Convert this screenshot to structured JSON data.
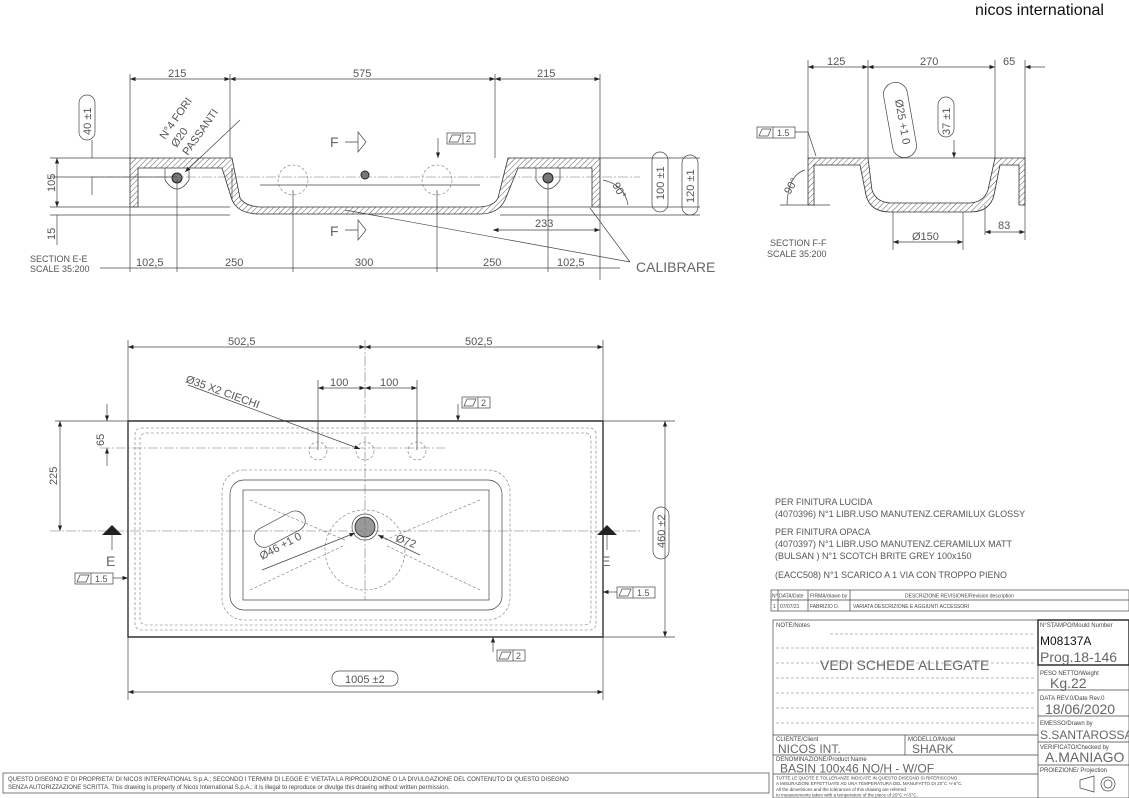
{
  "brand": "nicos international",
  "section_ee": {
    "title": "SECTION E-E",
    "scale": "SCALE 35:200",
    "top_dims": [
      "215",
      "575",
      "215"
    ],
    "bottom_dims": [
      "102,5",
      "250",
      "300",
      "250",
      "102,5"
    ],
    "left_dims": [
      "40 ±1",
      "105",
      "15"
    ],
    "right_dims": [
      "100 ±1",
      "120 ±1"
    ],
    "dim_233": "233",
    "angle": "90°",
    "holes_note": [
      "N°4 FORI",
      "Ø20",
      "PASSANTI"
    ],
    "section_mark": "F",
    "flatness": "2",
    "calibrate": "CALIBRARE"
  },
  "section_ff": {
    "title": "SECTION F-F",
    "scale": "SCALE 35:200",
    "top_dims": [
      "125",
      "270",
      "65"
    ],
    "dia25": "Ø25 +1 0",
    "dim37": "37 ±1",
    "flatness": "1.5",
    "angle": "90°",
    "dia150": "Ø150",
    "dim83": "83"
  },
  "plan": {
    "top_dims": [
      "502,5",
      "502,5"
    ],
    "tap_dims": [
      "100",
      "100"
    ],
    "blind_holes": "Ø35 X2 CIECHI",
    "flatness_top": "2",
    "flatness_bottom": "2",
    "flatness_left": "1.5",
    "flatness_right": "1.5",
    "dim65": "65",
    "dim225": "225",
    "section_mark": "E",
    "dia46": "Ø46 +1 0",
    "dia72": "Ø72",
    "width": "1005 ±2",
    "depth": "460 ±2"
  },
  "notes_text": [
    "PER FINITURA LUCIDA",
    "(4070396) N°1 LIBR.USO MANUTENZ.CERAMILUX GLOSSY",
    "PER FINITURA OPACA",
    "(4070397) N°1 LIBR.USO MANUTENZ.CERAMILUX MATT",
    "(BULSAN ) N°1 SCOTCH BRITE GREY 100x150",
    "(EACC508) N°1 SCARICO A 1 VIA CON TROPPO PIENO"
  ],
  "revisions": {
    "headers": [
      "N°",
      "DATA/Date",
      "FIRMA/drawn by",
      "DESCRIZIONE REVISIONE/Revision description"
    ],
    "rows": [
      [
        "1",
        "07/07/21",
        "FABRIZIO D.",
        "VARIATA DESCRIZIONE E AGGIUNTI ACCESSORI"
      ]
    ]
  },
  "title_block": {
    "notes_label": "NOTE/Notes",
    "notes_value": "VEDI SCHEDE ALLEGATE",
    "mould_label": "N°STAMPO/Mould Number",
    "mould": "M08137A",
    "prog": "Prog.18-146",
    "weight_label": "PESO NETTO/Weight",
    "weight": "Kg.22",
    "date_label": "DATA REV.0/Date Rev.0",
    "date": "18/06/2020",
    "client_label": "CLIENTE/Client",
    "client": "NICOS INT.",
    "model_label": "MODELLO/Model",
    "model": "SHARK",
    "drawn_label": "EMESSO/Drawn by",
    "drawn": "S.SANTAROSSA",
    "product_label": "DENOMINAZIONE/Product Name",
    "product": "BASIN 100x46 NO/H - W/OF",
    "checked_label": "VERIFICATO/Checked by",
    "checked": "A.MANIAGO",
    "tolerance_it": [
      "TUTTE LE QUOTE E TOLLERANZE INDICATE IN QUESTO DISEGNO SI RIFERISCONO",
      "A MISURAZIONI EFFETTUATE AD UNA TEMPERATURA DEL MANUFATTO DI 20°C +/-5°C."
    ],
    "tolerance_en": [
      "All the dimensions and the tolerances of this drawing are referred",
      "to measurements taken with a temperature of the piece of 20°C +/-5°C."
    ],
    "projection_label": "PROIEZIONE/ Projection"
  },
  "disclaimer": [
    "QUESTO DISEGNO E' DI PROPRIETA' DI NICOS INTERNATIONAL S.p.A.; SECONDO I TERMINI DI LEGGE E' VIETATA LA RIPRODUZIONE O LA DIVULGAZIONE DEL CONTENUTO DI QUESTO DISEGNO",
    "SENZA AUTORIZZAZIONE SCRITTA. This drawing is property of Nicos International S.p.A.; it is illegal to reproduce or divulge this drawing without written permission."
  ]
}
